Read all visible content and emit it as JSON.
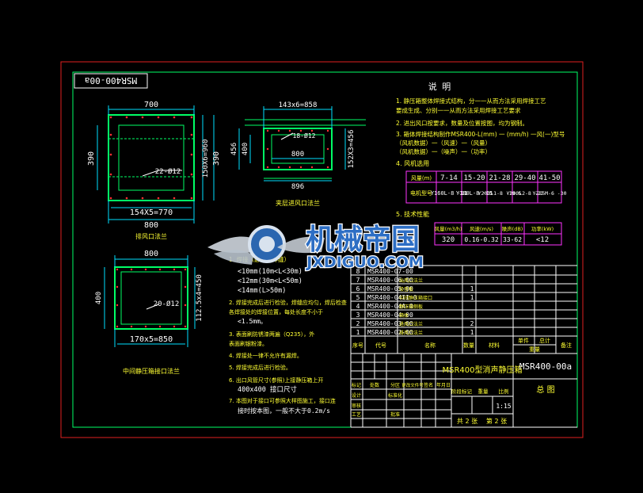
{
  "drawing_code_box": "MSR400-00a",
  "views": {
    "outlet_flange": {
      "caption": "排风口法兰",
      "dim_top": "700",
      "dim_left": "390",
      "dim_right": "390",
      "dim_right_inner": "150X6=960",
      "dim_bottom_inner": "154X5=770",
      "dim_bottom": "800",
      "hole_label": "22-Ø12"
    },
    "inlet_flange": {
      "caption": "夹层进风口法兰",
      "dim_top": "143x6=858",
      "dim_left_outer": "456",
      "dim_left_inner": "400",
      "dim_right": "152X3=456",
      "dim_inner": "800",
      "dim_bottom": "896",
      "hole_label": "18-Ø12"
    },
    "middle_flange": {
      "caption": "中间静压箱接口法兰",
      "dim_top": "800",
      "dim_left": "400",
      "dim_right": "112.5x4=450",
      "dim_bottom": "170x5=850",
      "hole_label": "20-Ø12"
    }
  },
  "notes": {
    "title": "说 明",
    "items": [
      "1. 静压箱整体焊接式结构，分一一从而方法采用焊接工艺",
      "   要成生成、分别一一从而方法采用焊接工艺要求",
      "2. 进出风口按要求，数量及位置按图，均为钢制。",
      "3. 箱体焊接结构制作MSR400-L(mm) 一 (mm/h) 一风(一)型号",
      "   （风机数据）一（风速）一（风量）",
      "   （风机数据）一（噪声）一（功率）",
      "4. 风机选用"
    ],
    "item5": "5. 技术性能",
    "lower_items": [
      "<10mm(10m<L<30m)",
      "<12mm(30m<L<50m)",
      "<14mm(L>50m)",
      "2. 焊接完成后进行检验，焊缝应均匀，焊后检查",
      "   各焊接处的焊接位置，每处长度不小于",
      "   <1.5mm。",
      "3. 表面刷防锈漆两遍（Q235），外",
      "   表面刷银粉漆。",
      "4. 焊接处一律不允许有漏焊。",
      "5. 焊接完成后进行检验。",
      "6. 出口风管尺寸(参照)上接静压箱上开",
      "   400x400 接口尺寸",
      "7. 本图对于接口可参照大样图施工，接口连",
      "   接时按本图，一般不大于0.2m/s"
    ],
    "lower_title": "1. 焊接（静压箱焊缝）"
  },
  "fan_table": {
    "headers": [
      "风量(m)",
      "7-14",
      "15-20",
      "21-28",
      "29-40",
      "41-50"
    ],
    "row": [
      "电机型号",
      "Y160L-8 -11",
      "Y180L-8 -15",
      "Y200L1-8 -18.5",
      "Y200L2-8 -22",
      "Y225M-6 -30"
    ]
  },
  "perf_table": {
    "headers": [
      "风量(m3/h)",
      "风速(m/s)",
      "噪声(dB)",
      "功率(kW)"
    ],
    "row": [
      "320",
      "0.16-0.32",
      "33-62",
      "<12"
    ]
  },
  "parts_list": {
    "rows": [
      {
        "no": "8",
        "code": "MSR400-07-00",
        "name": ""
      },
      {
        "no": "7",
        "code": "MSR400-06-00",
        "name": "出风口法兰"
      },
      {
        "no": "6",
        "code": "MSR400-05-00",
        "name": "吸音板",
        "qty": "1"
      },
      {
        "no": "5",
        "code": "MSR400-04II-0",
        "name": "中间静压箱接口",
        "qty": "1"
      },
      {
        "no": "4",
        "code": "MSR400-04A-0",
        "name": "静压箱侧板"
      },
      {
        "no": "3",
        "code": "MSR400-04-00",
        "name": "箱体"
      },
      {
        "no": "2",
        "code": "MSR400-03-00",
        "name": "进风口法兰",
        "qty": "2"
      },
      {
        "no": "1",
        "code": "MSR400-02-00",
        "name": "排风口法兰",
        "qty": "1"
      }
    ],
    "header": [
      "序号",
      "代号",
      "名称",
      "数量",
      "材料",
      "单件",
      "总计",
      "备注"
    ],
    "weight_label": "重量"
  },
  "title_block": {
    "product": "MSR400型消声静压箱",
    "code": "MSR400-00a",
    "drawing_name": "总 图",
    "scale": "1:15",
    "sheets": "共 2 张",
    "sheet_no": "第 2 张",
    "row_labels": [
      "标记",
      "处数",
      "分区",
      "更改文件号",
      "签名",
      "年月日"
    ],
    "sign_labels": [
      "设计",
      "审核",
      "工艺",
      "标准化",
      "批准"
    ],
    "stage_labels": [
      "阶段标记",
      "重量",
      "比例"
    ]
  },
  "watermark": {
    "brand": "机械帝国",
    "site": "JXDIGUO.COM"
  }
}
